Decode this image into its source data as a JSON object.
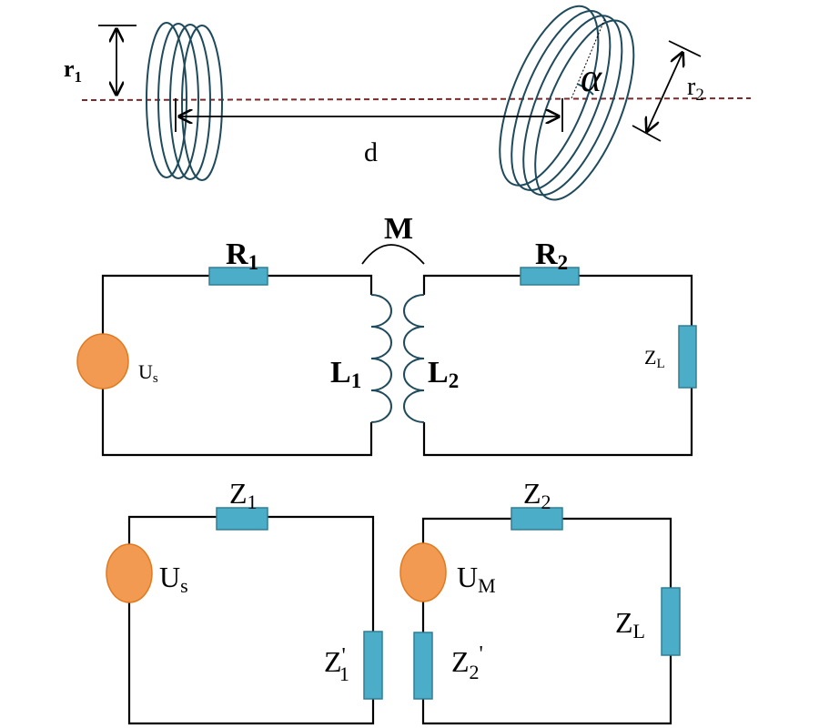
{
  "colors": {
    "resistor_fill": "#4badc8",
    "source_fill": "#f29a52",
    "axis_line": "#7a2a2a",
    "coil_stroke": "#1e4a5c",
    "wire": "#000000"
  },
  "geometry_labels": {
    "r1": "r",
    "r1_sub": "1",
    "r2": "r",
    "r2_sub": "2",
    "d": "d",
    "alpha": "α"
  },
  "circuit1": {
    "M": "M",
    "R1": "R",
    "R1_sub": "1",
    "R2": "R",
    "R2_sub": "2",
    "L1": "L",
    "L1_sub": "1",
    "L2": "L",
    "L2_sub": "2",
    "Us": "U",
    "Us_sub": "s",
    "ZL": "Z",
    "ZL_sub": "L"
  },
  "circuit2": {
    "Z1": "Z",
    "Z1_sub": "1",
    "Z2": "Z",
    "Z2_sub": "2",
    "Us": "U",
    "Us_sub": "s",
    "UM": "U",
    "UM_sub": "M",
    "Z1p": "Z",
    "Z1p_sub": "1",
    "Z1p_prime": "'",
    "Z2p": "Z",
    "Z2p_sub": "2",
    "Z2p_prime": "'",
    "ZL": "Z",
    "ZL_sub": "L"
  }
}
